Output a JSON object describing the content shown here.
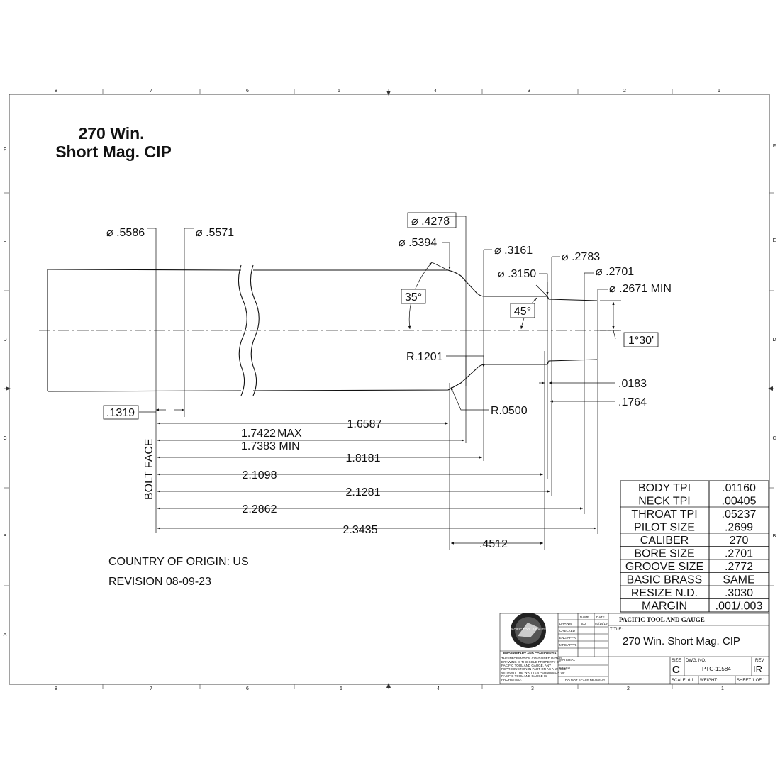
{
  "title": {
    "line1": "270 Win.",
    "line2": "Short Mag. CIP"
  },
  "dimensions": {
    "dia_5586": ".5586",
    "dia_5571": ".5571",
    "dia_4278": ".4278",
    "dia_5394": ".5394",
    "dia_3161": ".3161",
    "dia_3150": ".3150",
    "dia_2783": ".2783",
    "dia_2701": ".2701",
    "dia_2671": ".2671 MIN",
    "angle_shoulder": "35°",
    "angle_throat": "45°",
    "angle_taper": "1°30'",
    "r1201": "R.1201",
    "r0500": "R.0500",
    "d0183": ".0183",
    "d1764": ".1764",
    "d1319": ".1319",
    "d16587": "1.6587",
    "d17422": "1.7422",
    "max_label": "MAX",
    "d17383": "1.7383 MIN",
    "d18181": "1.8181",
    "d21098": "2.1098",
    "d21281": "2.1281",
    "d22862": "2.2862",
    "d23435": "2.3435",
    "d4512": ".4512",
    "bolt_face": "BOLT FACE"
  },
  "notes": {
    "country": "COUNTRY OF ORIGIN: US",
    "revision": "REVISION 08-09-23"
  },
  "specs": [
    {
      "label": "BODY TPI",
      "value": ".01160"
    },
    {
      "label": "NECK TPI",
      "value": ".00405"
    },
    {
      "label": "THROAT TPI",
      "value": ".05237"
    },
    {
      "label": "PILOT SIZE",
      "value": ".2699"
    },
    {
      "label": "CALIBER",
      "value": "270"
    },
    {
      "label": "BORE SIZE",
      "value": ".2701"
    },
    {
      "label": "GROOVE SIZE",
      "value": ".2772"
    },
    {
      "label": "BASIC BRASS",
      "value": "SAME"
    },
    {
      "label": "RESIZE N.D.",
      "value": ".3030"
    },
    {
      "label": "MARGIN",
      "value": ".001/.003"
    }
  ],
  "zones": {
    "top": [
      "8",
      "7",
      "6",
      "5",
      "4",
      "3",
      "2",
      "1"
    ],
    "side": [
      "F",
      "E",
      "D",
      "C",
      "B",
      "A"
    ]
  },
  "title_block": {
    "company": "PACIFIC TOOL AND GAUGE",
    "title_label": "TITLE:",
    "title": "270 Win. Short Mag. CIP",
    "col_name": "NAME",
    "col_date": "DATE",
    "drawn": "DRAWN",
    "drawn_name": "JLJ",
    "drawn_date": "03/14/19",
    "checked": "CHECKED",
    "eng_appr": "ENG APPR.",
    "mfg_appr": "MFG APPR.",
    "material": "MATERIAL",
    "finish": "FINISH",
    "do_not_scale": "DO NOT SCALE DRAWING",
    "size_label": "SIZE",
    "size": "C",
    "dwg_label": "DWG.  NO.",
    "dwg_no": "PTG-11584",
    "rev_label": "REV",
    "rev": "IR",
    "scale": "SCALE: 6:1",
    "weight": "WEIGHT:",
    "sheet": "SHEET 1 OF 1",
    "proprietary_title": "PROPRIETARY AND CONFIDENTIAL",
    "proprietary_1": "THE INFORMATION CONTAINED IN THIS",
    "proprietary_2": "DRAWING IS THE SOLE PROPERTY OF",
    "proprietary_3": "PACIFIC TOOL AND GAUGE.  ANY",
    "proprietary_4": "REPRODUCTION IN PART OR AS A WHOLE",
    "proprietary_5": "WITHOUT THE WRITTEN PERMISSION OF",
    "proprietary_6": "PACIFIC TOOL AND GAUGE IS",
    "proprietary_7": "PROHIBITED.",
    "logo_text": "PACIFIC TOOL & GAUGE"
  }
}
